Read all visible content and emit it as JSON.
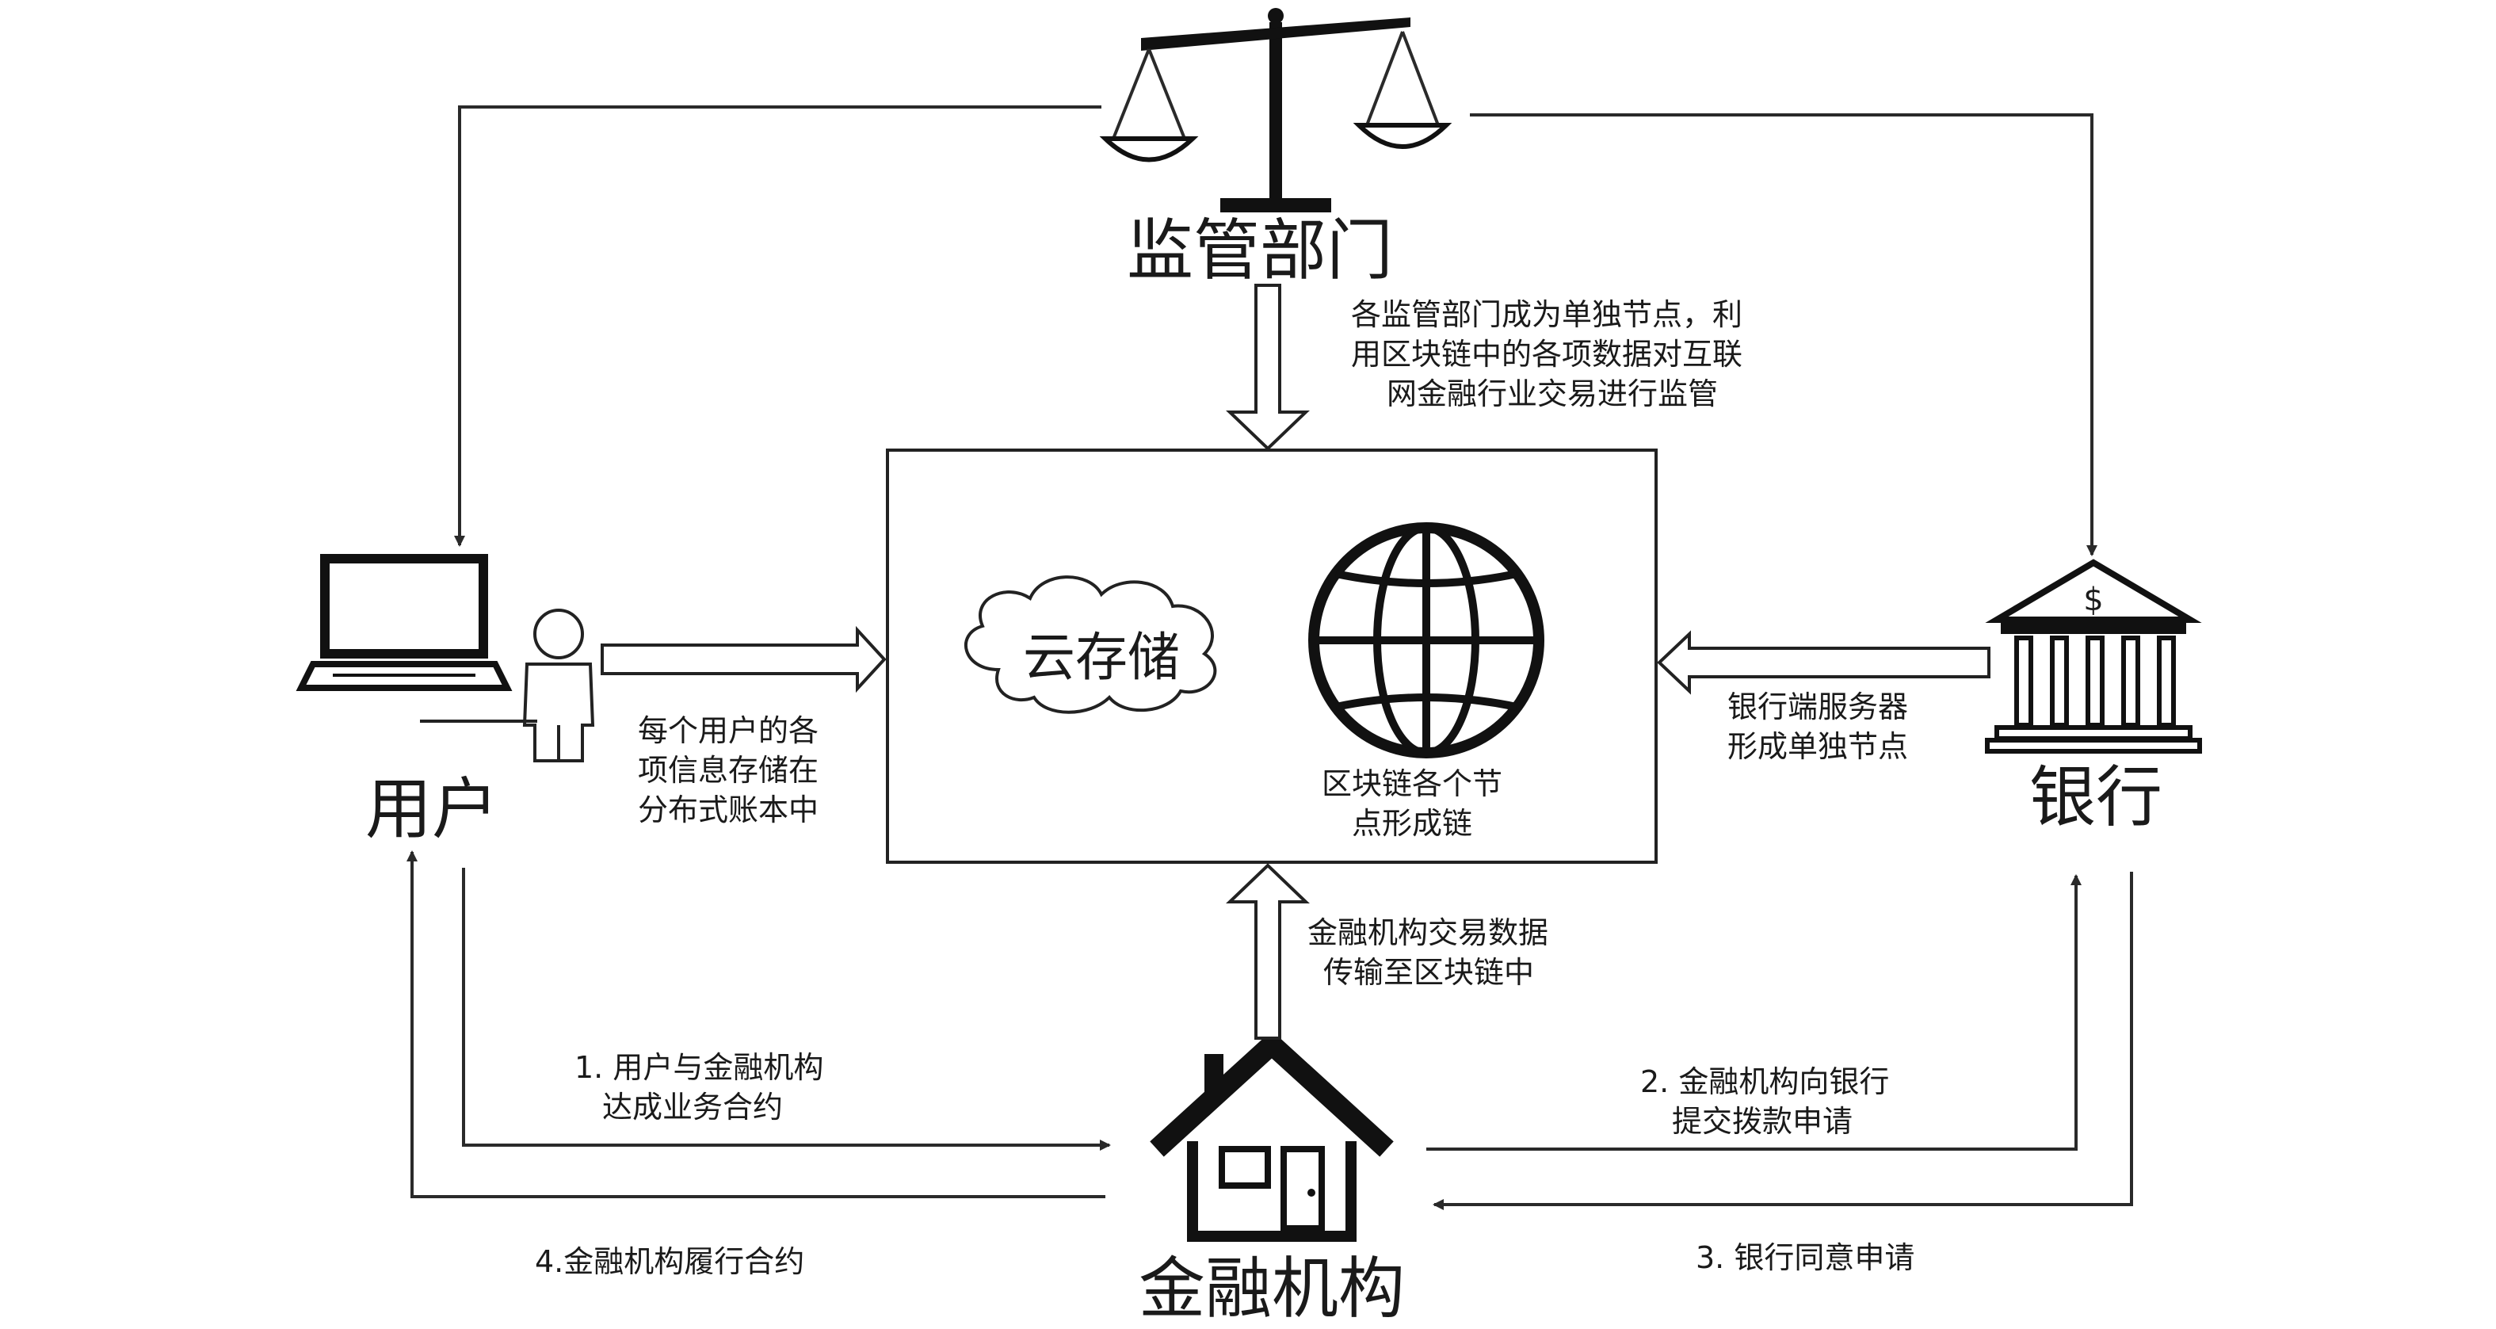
{
  "nodes": {
    "regulator": "监管部门",
    "user": "用户",
    "bank": "银行",
    "institution": "金融机构",
    "cloud": "云存储"
  },
  "notes": {
    "regulator": [
      "各监管部门成为单独节点，利",
      "用区块链中的各项数据对互联",
      "网金融行业交易进行监管"
    ],
    "user": [
      "每个用户的各",
      "项信息存储在",
      "分布式账本中"
    ],
    "bank": [
      "银行端服务器",
      "形成单独节点"
    ],
    "institution": [
      "金融机构交易数据",
      "传输至区块链中"
    ],
    "blockchain": [
      "区块链各个节",
      "点形成链"
    ]
  },
  "steps": {
    "s1": [
      "1. 用户与金融机构",
      "达成业务合约"
    ],
    "s2": [
      "2. 金融机构向银行",
      "提交拨款申请"
    ],
    "s3": "3. 银行同意申请",
    "s4": "4.金融机构履行合约"
  },
  "icons": {
    "scale": "balance-scale-icon",
    "laptop": "laptop-icon",
    "person": "person-icon",
    "bank": "bank-building-icon",
    "house": "house-icon",
    "globe": "globe-icon",
    "cloud": "cloud-icon"
  },
  "bank_symbol": "$"
}
